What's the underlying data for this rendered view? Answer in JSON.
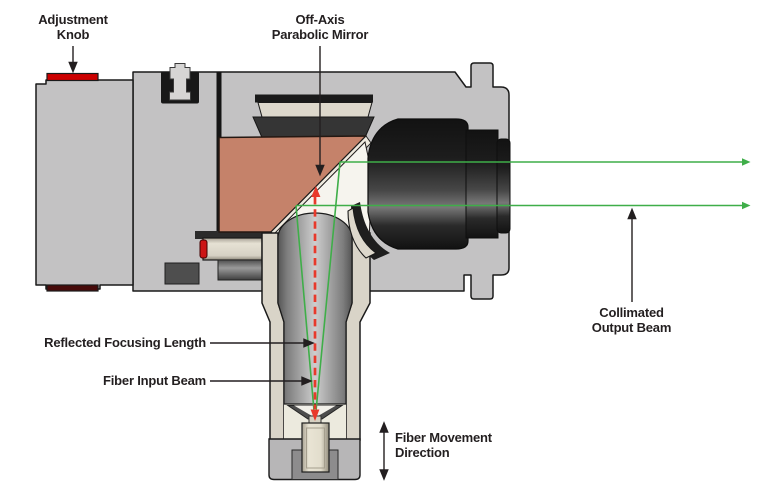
{
  "diagram": {
    "title_context": "Off-axis parabolic mirror fiber collimator cross-section",
    "labels": {
      "adjustment_knob": {
        "line1": "Adjustment",
        "line2": "Knob"
      },
      "off_axis_mirror": {
        "line1": "Off-Axis",
        "line2": "Parabolic Mirror"
      },
      "collimated_beam": {
        "line1": "Collimated",
        "line2": "Output Beam"
      },
      "reflected_focusing_length": "Reflected Focusing Length",
      "fiber_input_beam": "Fiber Input Beam",
      "fiber_movement": {
        "line1": "Fiber Movement",
        "line2": "Direction"
      }
    },
    "colors": {
      "beam_green": "#3fae49",
      "focus_marker_red": "#e8392b",
      "knob_red": "#cc0000",
      "knob_dark_red": "#470b0b",
      "mirror_mount_copper": "#c5826a",
      "housing_gray": "#c3c2c3",
      "snout_ivory": "#d9d4c8",
      "lens_barrel_black": "#1d1d1d",
      "label_text": "#231f20"
    }
  }
}
